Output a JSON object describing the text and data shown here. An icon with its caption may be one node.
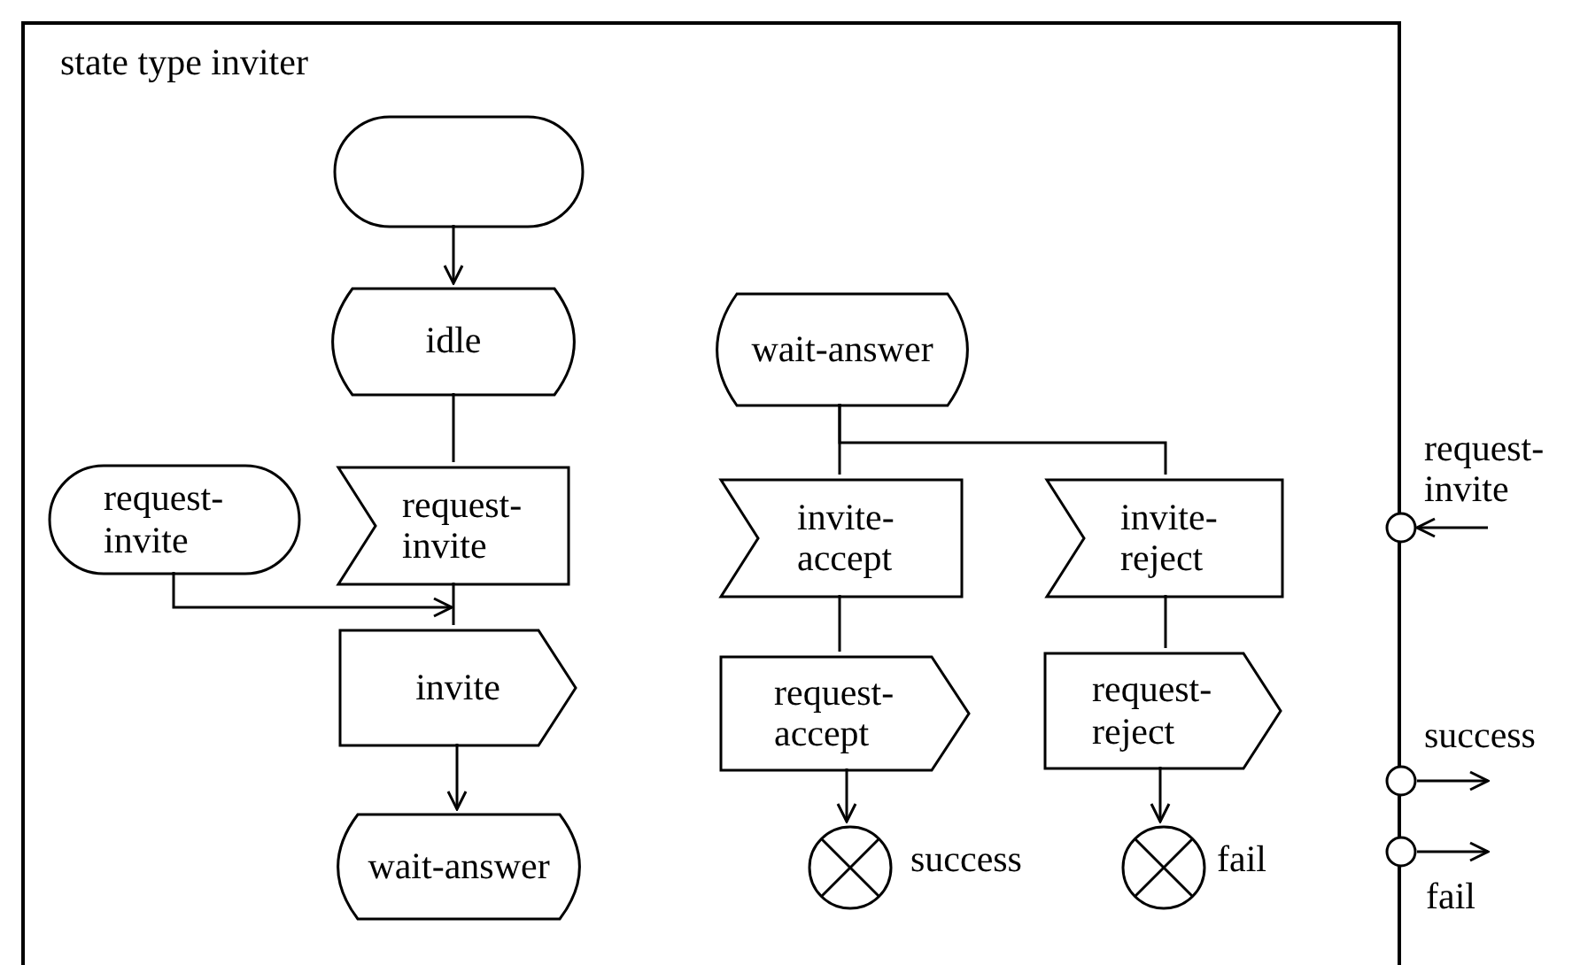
{
  "diagram": {
    "nodes": [
      {
        "text": [
          "state type inviter"
        ]
      },
      {
        "text": [],
        "shape": "oval",
        "in": 0
      },
      {
        "text": [
          "idle"
        ],
        "in": 0
      },
      {
        "text": [
          "request-invite"
        ],
        "in": 0
      },
      {
        "text": [
          "request-invite"
        ],
        "in": 0
      },
      {
        "text": [
          "invite"
        ],
        "in": 0
      },
      {
        "text": [
          "wait-answer"
        ],
        "in": 0
      },
      {
        "text": [
          "wait-answer"
        ],
        "in": 0
      },
      {
        "text": [
          "invite-accept"
        ],
        "in": 0
      },
      {
        "text": [
          "invite-reject"
        ],
        "in": 0
      },
      {
        "text": [
          "request-accept"
        ],
        "in": 0
      },
      {
        "text": [
          "request-reject"
        ],
        "in": 0
      },
      {
        "text": [],
        "shape": "circle",
        "beside": [
          "success"
        ],
        "in": 0
      },
      {
        "text": [],
        "shape": "circle",
        "beside": [
          "fail"
        ],
        "in": 0
      },
      {
        "text": [],
        "shape": "circle",
        "beside": [
          "request-invite"
        ]
      },
      {
        "text": [],
        "shape": "circle",
        "beside": [
          "success"
        ]
      },
      {
        "text": [],
        "shape": "circle",
        "beside": [
          "fail"
        ]
      }
    ],
    "edges": [
      {
        "from": 1,
        "to": 2,
        "arrow": "to"
      },
      {
        "from": 2,
        "to": 3,
        "arrow": "none"
      },
      {
        "from": 3,
        "to": 5,
        "arrow": "none"
      },
      {
        "from": 4,
        "to": 5,
        "arrow": "to"
      },
      {
        "from": 5,
        "to": 6,
        "arrow": "to"
      },
      {
        "from": 7,
        "to": 8,
        "arrow": "none"
      },
      {
        "from": 7,
        "to": 9,
        "arrow": "none"
      },
      {
        "from": 8,
        "to": 10,
        "arrow": "none"
      },
      {
        "from": 9,
        "to": 11,
        "arrow": "none"
      },
      {
        "from": 10,
        "to": 12,
        "arrow": "to"
      },
      {
        "from": 11,
        "to": 13,
        "arrow": "to"
      },
      {
        "from": null,
        "to": 14,
        "arrow": "to"
      },
      {
        "from": 15,
        "to": null,
        "arrow": "to"
      },
      {
        "from": 16,
        "to": null,
        "arrow": "to"
      }
    ]
  }
}
